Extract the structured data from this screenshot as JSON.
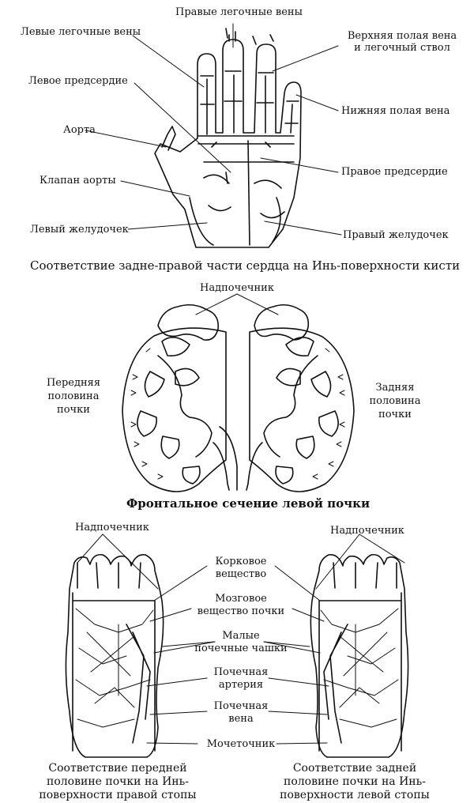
{
  "hand": {
    "right_pulmonary_veins": "Правые легочные вены",
    "left_pulmonary_veins": "Левые легочные вены",
    "svc_line1": "Верхняя полая вена",
    "svc_line2": "и легочный ствол",
    "left_atrium": "Левое предсердие",
    "ivc": "Нижняя полая вена",
    "aorta": "Аорта",
    "right_atrium": "Правое предсердие",
    "aortic_valve": "Клапан аорты",
    "left_ventricle": "Левый желудочек",
    "right_ventricle": "Правый желудочек",
    "caption": "Соответствие задне-правой части сердца на Инь-поверхности кисти"
  },
  "kidney": {
    "adrenal": "Надпочечник",
    "front_half_1": "Передняя",
    "front_half_2": "половина",
    "front_half_3": "почки",
    "back_half_1": "Задняя",
    "back_half_2": "половина",
    "back_half_3": "почки",
    "caption": "Фронтальное сечение левой почки"
  },
  "feet": {
    "adrenal_left": "Надпочечник",
    "adrenal_right": "Надпочечник",
    "cortex_1": "Корковое",
    "cortex_2": "вещество",
    "medulla_1": "Мозговое",
    "medulla_2": "вещество почки",
    "calyces_1": "Малые",
    "calyces_2": "почечные чашки",
    "artery_1": "Почечная",
    "artery_2": "артерия",
    "vein_1": "Почечная",
    "vein_2": "вена",
    "ureter": "Мочеточник",
    "caption_left_1": "Соответствие передней",
    "caption_left_2": "половине почки на Инь-",
    "caption_left_3": "поверхности правой стопы",
    "caption_right_1": "Соответствие задней",
    "caption_right_2": "половине почки на Инь-",
    "caption_right_3": "поверхности левой стопы"
  }
}
